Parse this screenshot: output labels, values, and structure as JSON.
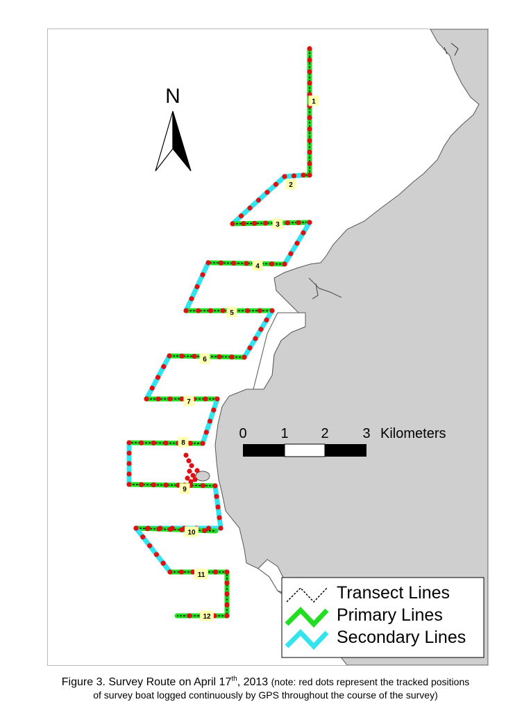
{
  "north_arrow": {
    "label": "N"
  },
  "scale_bar": {
    "ticks": [
      "0",
      "1",
      "2",
      "3"
    ],
    "unit": "Kilometers"
  },
  "legend": {
    "items": [
      {
        "label": "Transect Lines",
        "color": "#000000"
      },
      {
        "label": "Primary Lines",
        "color": "#22dd22"
      },
      {
        "label": "Secondary Lines",
        "color": "#33e3ee"
      }
    ]
  },
  "transects": {
    "labels": [
      "1",
      "2",
      "3",
      "4",
      "5",
      "6",
      "7",
      "8",
      "9",
      "10",
      "11",
      "12"
    ]
  },
  "colors": {
    "land": "#cfcfcf",
    "coast": "#555555",
    "gps_dot": "#dd1111",
    "label_box": "#ffffb0"
  },
  "caption": {
    "prefix": "Figure 3.  Survey Route on April 17",
    "superscript": "th",
    "suffix": ", 2013",
    "note_line1": "(note: red dots represent the tracked positions",
    "note_line2": "of survey boat logged continuously by GPS throughout the course of the survey)"
  }
}
